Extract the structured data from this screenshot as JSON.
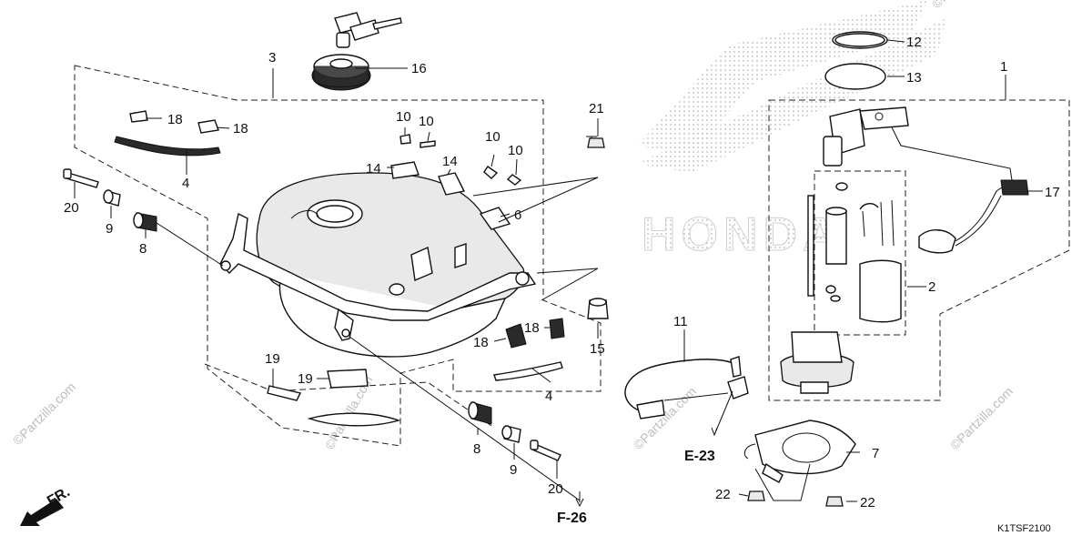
{
  "callouts": {
    "c1": "1",
    "c2": "2",
    "c3": "3",
    "c4a": "4",
    "c4b": "4",
    "c6": "6",
    "c7": "7",
    "c8a": "8",
    "c8b": "8",
    "c9a": "9",
    "c9b": "9",
    "c10a": "10",
    "c10b": "10",
    "c10c": "10",
    "c10d": "10",
    "c11": "11",
    "c12": "12",
    "c13": "13",
    "c14a": "14",
    "c14b": "14",
    "c15": "15",
    "c16": "16",
    "c17": "17",
    "c18a": "18",
    "c18b": "18",
    "c18c": "18",
    "c18d": "18",
    "c19a": "19",
    "c19b": "19",
    "c20a": "20",
    "c20b": "20",
    "c21": "21",
    "c22a": "22",
    "c22b": "22"
  },
  "references": {
    "e23": "E-23",
    "f26": "F-26"
  },
  "direction": {
    "front": "FR."
  },
  "figure_code": "K1TSF2100",
  "watermarks": [
    "©Partzilla.com",
    "©Partzilla.com",
    "©Partzilla.com",
    "©Partzilla.com",
    "©Partzilla.com"
  ],
  "background_logo": "HONDA",
  "colors": {
    "line": "#111111",
    "watermark": "#bdbdbd",
    "background": "#ffffff"
  }
}
